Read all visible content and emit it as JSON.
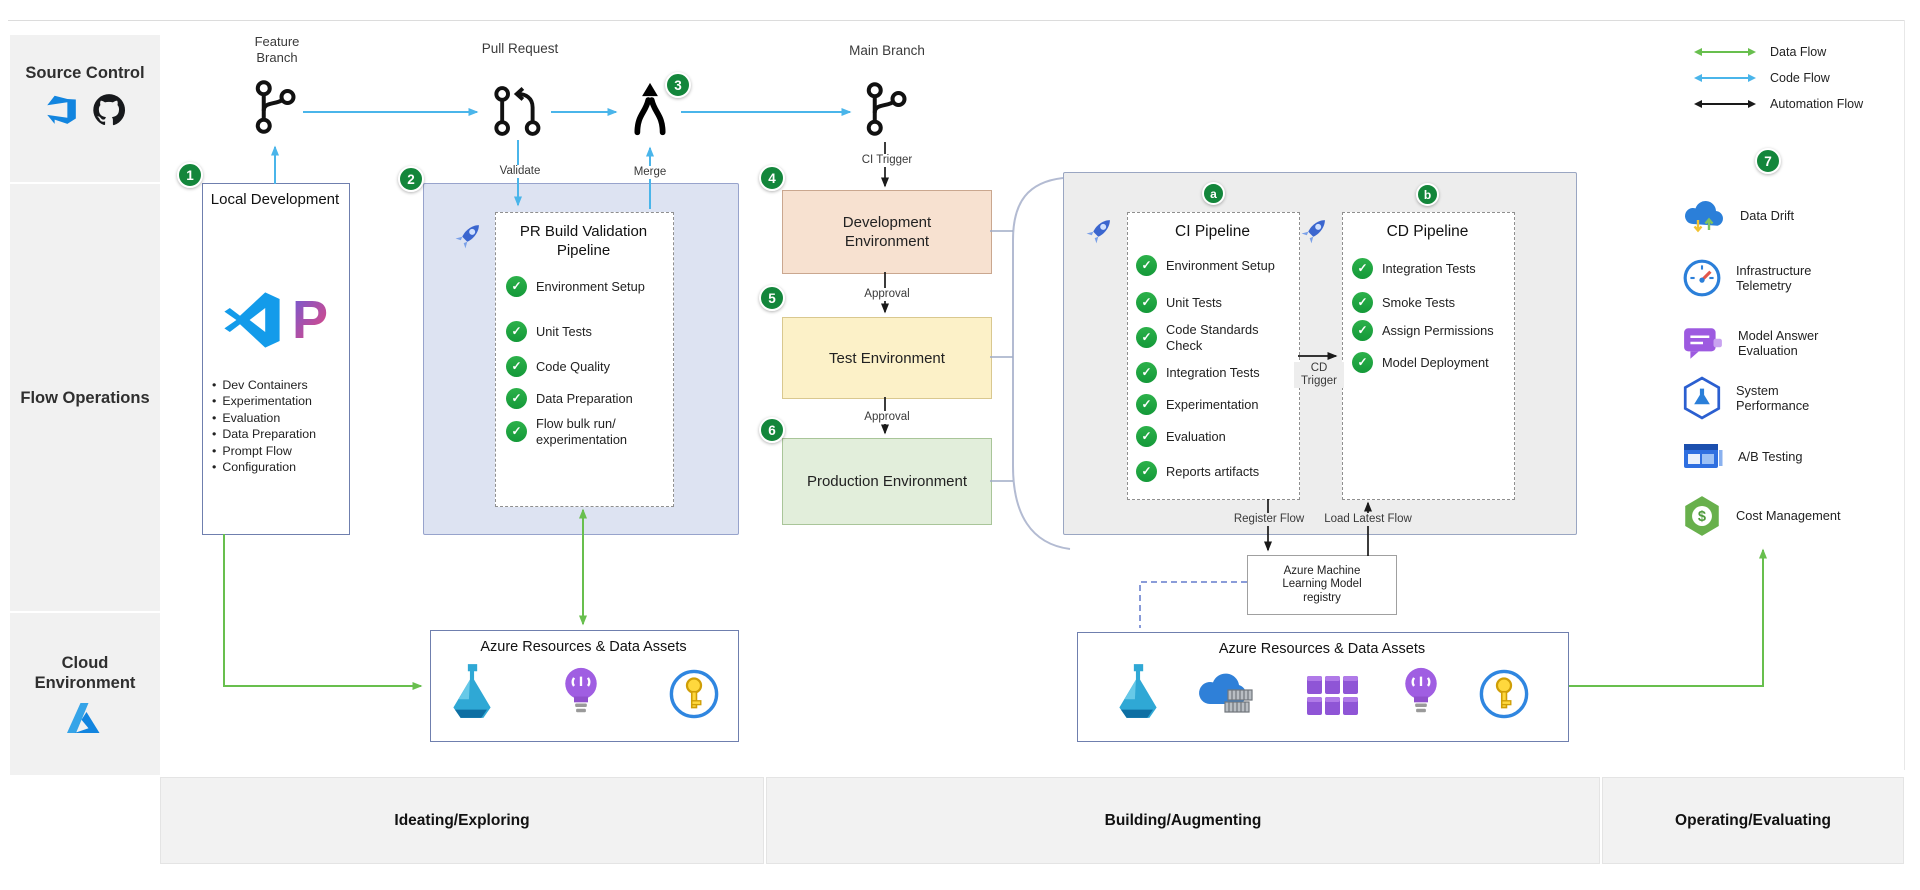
{
  "icons": {
    "check": "✓",
    "bullet": "•",
    "dollar": "$",
    "promptflow_letter": "P"
  },
  "sidebar": {
    "source_control": "Source Control",
    "flow_operations": "Flow Operations",
    "cloud_environment": "Cloud Environment"
  },
  "git_row": {
    "feature_branch": "Feature Branch",
    "pull_request": "Pull Request",
    "main_branch": "Main Branch",
    "validate": "Validate",
    "merge": "Merge",
    "ci_trigger": "CI Trigger"
  },
  "badges": {
    "n1": "1",
    "n2": "2",
    "n3": "3",
    "n4": "4",
    "n5": "5",
    "n6": "6",
    "n7": "7",
    "a": "a",
    "b": "b"
  },
  "local_dev": {
    "title": "Local Development",
    "bullets": [
      "Dev Containers",
      "Experimentation",
      "Evaluation",
      "Data Preparation",
      "Prompt Flow",
      "Configuration"
    ]
  },
  "pr_pipeline": {
    "title": "PR Build Validation Pipeline",
    "items": [
      "Environment Setup",
      "Unit Tests",
      "Code Quality",
      "Data Preparation",
      "Flow bulk run/ experimentation"
    ]
  },
  "environments": {
    "dev": "Development Environment",
    "test": "Test Environment",
    "prod": "Production Environment",
    "approval": "Approval"
  },
  "cicd": {
    "ci_title": "CI Pipeline",
    "ci_items": [
      "Environment Setup",
      "Unit Tests",
      "Code Standards Check",
      "Integration Tests",
      "Experimentation",
      "Evaluation",
      "Reports artifacts"
    ],
    "cd_title": "CD Pipeline",
    "cd_items": [
      "Integration Tests",
      "Smoke Tests",
      "Assign Permissions",
      "Model Deployment"
    ],
    "cd_trigger": "CD Trigger",
    "register_flow": "Register Flow",
    "load_latest_flow": "Load Latest Flow"
  },
  "registry_label": "Azure Machine Learning Model registry",
  "resources": {
    "left_title": "Azure Resources & Data Assets",
    "right_title": "Azure Resources & Data Assets"
  },
  "legend": {
    "data_flow": "Data Flow",
    "code_flow": "Code Flow",
    "automation_flow": "Automation Flow"
  },
  "monitoring": {
    "items": [
      "Data Drift",
      "Infrastructure Telemetry",
      "Model Answer Evaluation",
      "System Performance",
      "A/B Testing",
      "Cost Management"
    ]
  },
  "bottom_band": {
    "ideating": "Ideating/Exploring",
    "building": "Building/Augmenting",
    "operating": "Operating/Evaluating"
  },
  "colors": {
    "badge_green": "#13863b",
    "check_green": "#1ea446",
    "code_flow_blue": "#4ab5ea",
    "data_flow_green": "#68bf4e",
    "automation_black": "#1a1a1a",
    "pr_box_fill": "#dde3f2",
    "dev_env_fill": "#f7e1d0",
    "test_env_fill": "#fcf1c8",
    "prod_env_fill": "#e2eedb",
    "panel_gray": "#ededed"
  }
}
